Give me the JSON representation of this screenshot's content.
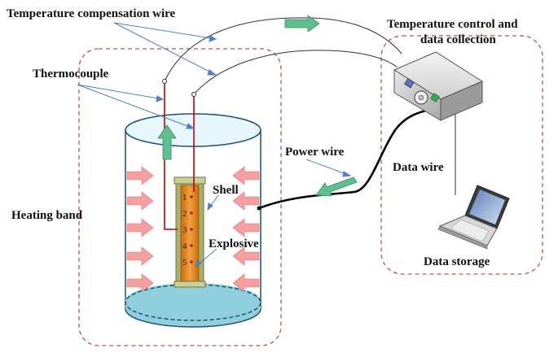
{
  "labels": {
    "temp_comp_wire": "Temperature compensation wire",
    "temp_control_line1": "Temperature control and",
    "temp_control_line2": "data collection",
    "thermocouple": "Thermocouple",
    "power_wire": "Power wire",
    "data_wire": "Data wire",
    "shell": "Shell",
    "heating_band": "Heating band",
    "explosive": "Explosive",
    "data_storage": "Data storage"
  },
  "measurement_points": [
    "1",
    "2",
    "3",
    "4",
    "5"
  ],
  "colors": {
    "dashed_border": "#c0504d",
    "cylinder_top": "#e8f7fb",
    "cylinder_base": "#8fcfdc",
    "heat_arrow": "#f08080",
    "flow_arrow": "#5fbf8f",
    "explosive_fill": "#e08a1e",
    "shell_fill": "#a8b070",
    "thermocouple_wire": "#c00000",
    "pointer_line": "#4f81bd",
    "power_cable": "#000000"
  },
  "icons": [
    "controller-box-icon",
    "laptop-icon"
  ]
}
